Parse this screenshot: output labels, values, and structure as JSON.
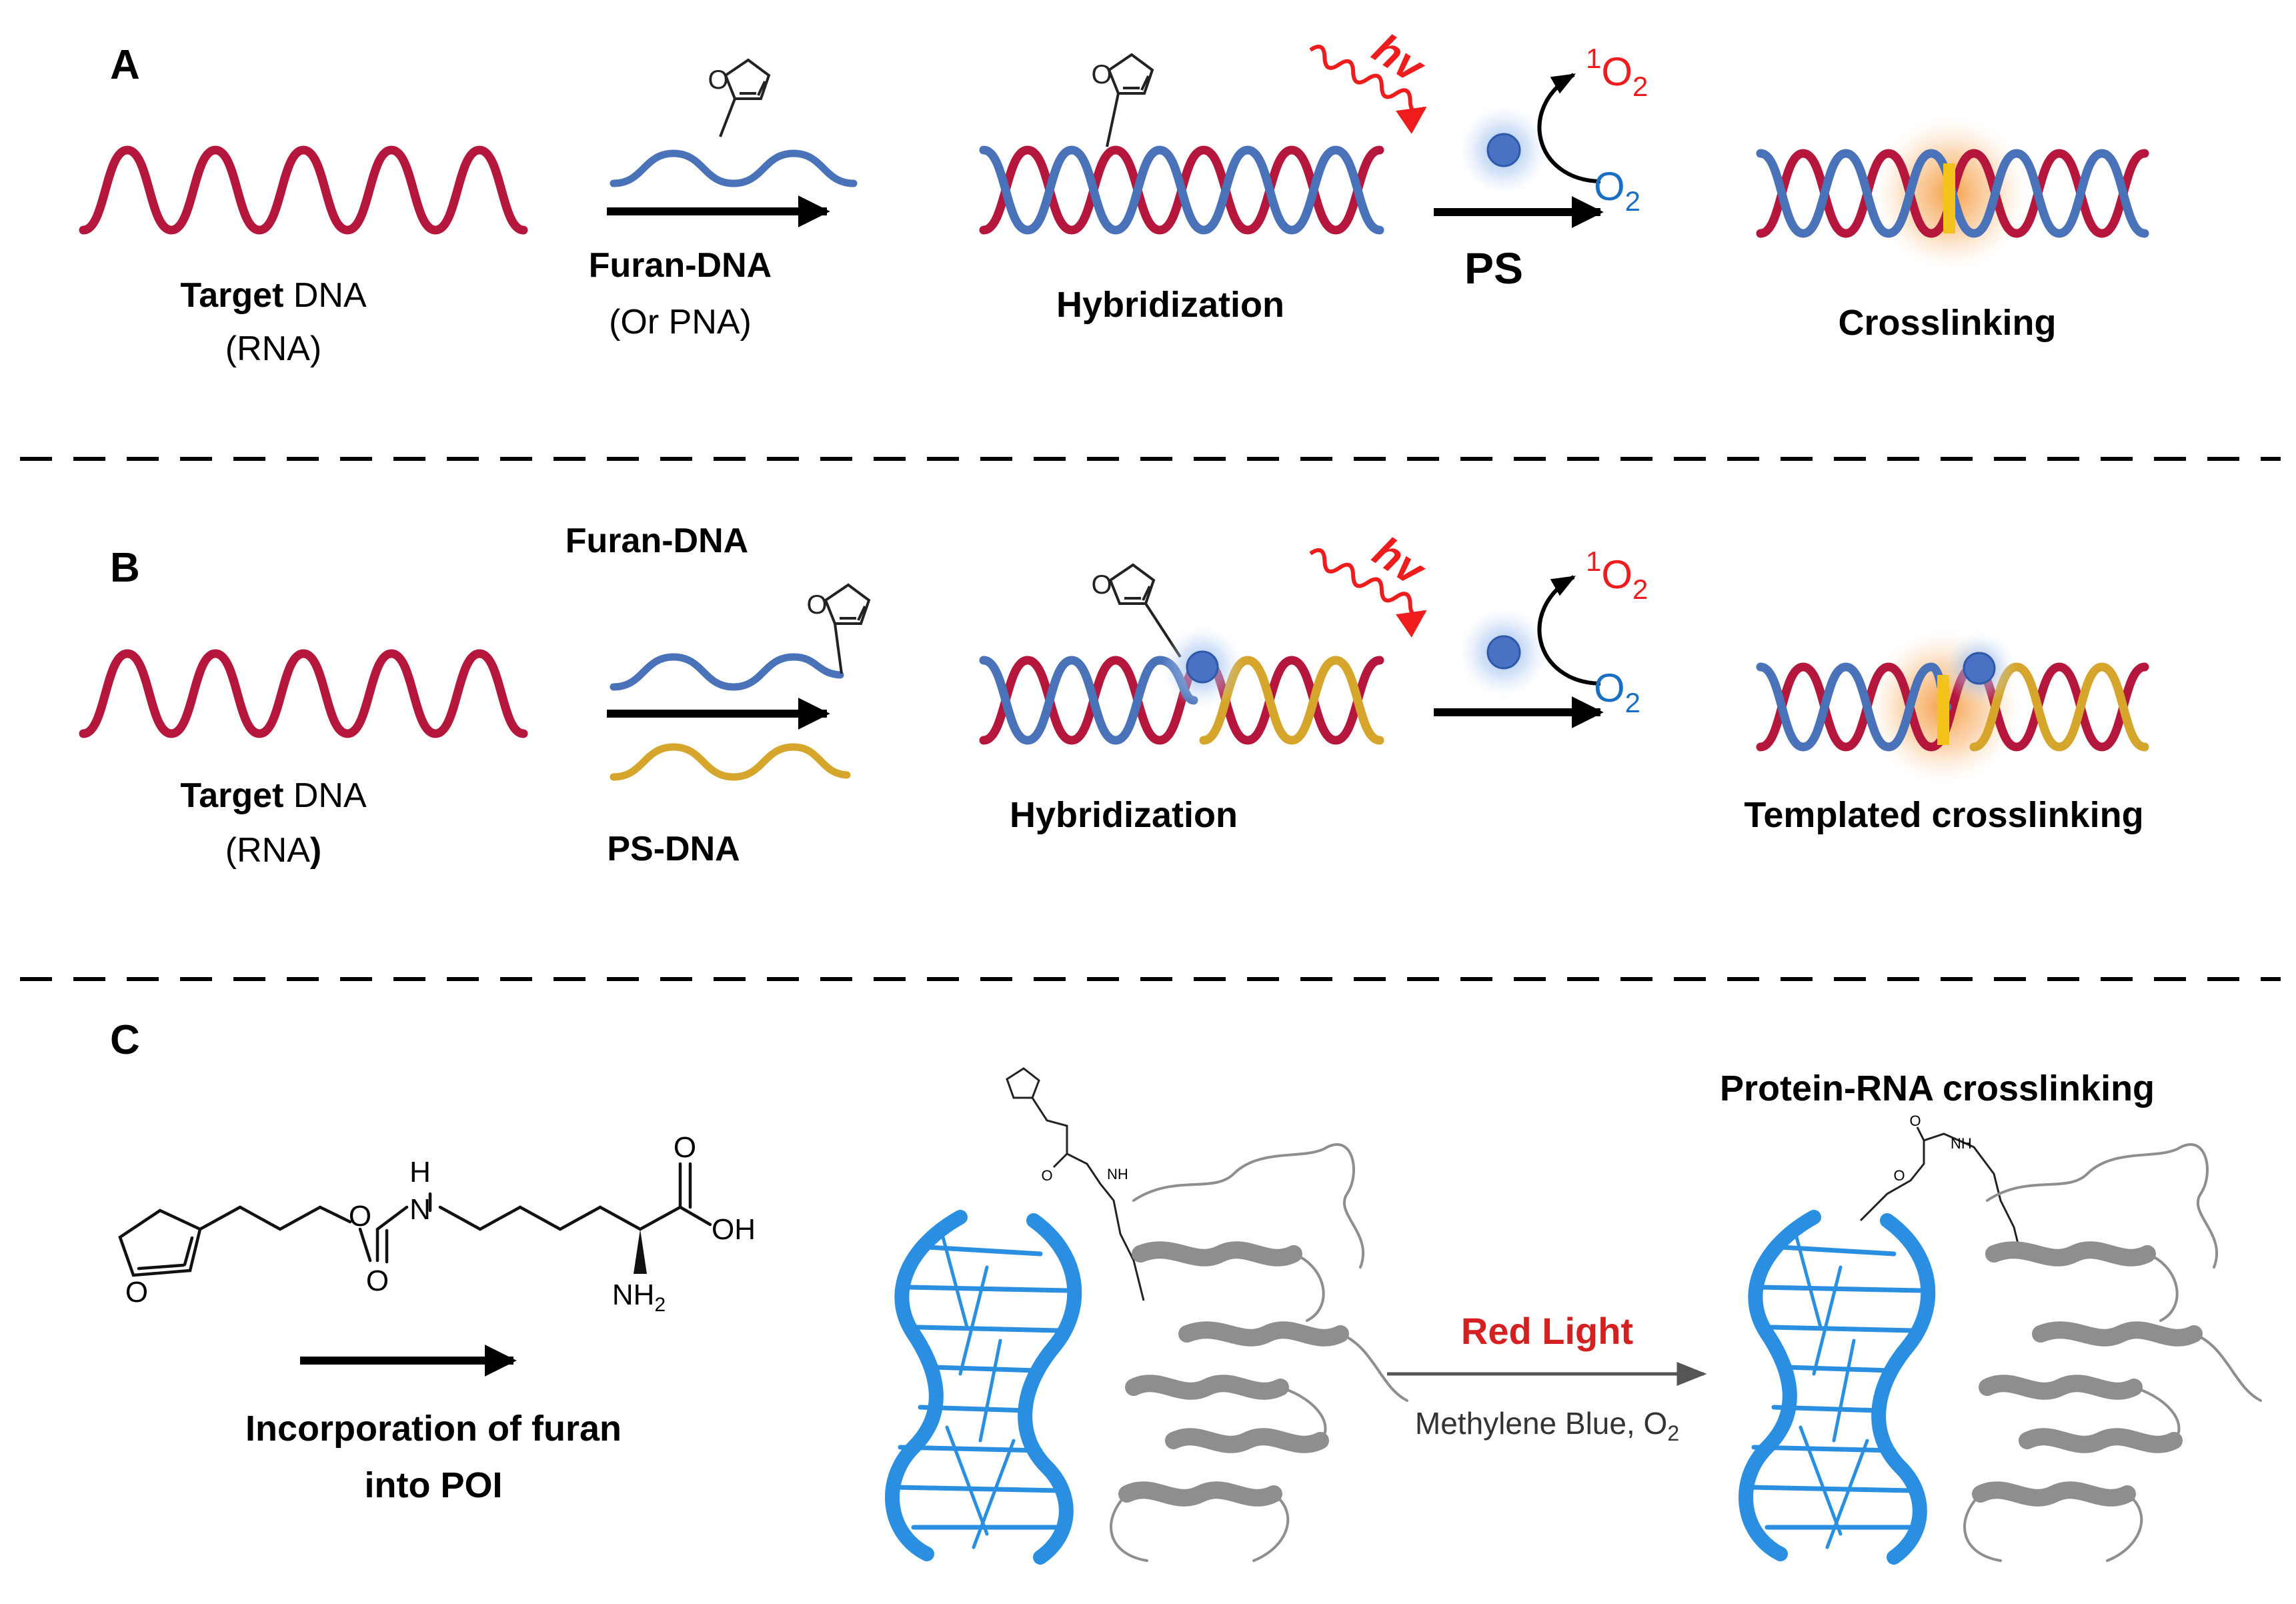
{
  "panels": {
    "A": {
      "letter": "A",
      "target_bold": "Target",
      "target_rest": " DNA",
      "target_sub": "(RNA)",
      "reagent": "Furan-DNA",
      "reagent_alt": "(Or PNA)",
      "step2": "Hybridization",
      "light": "hv",
      "singlet_sup": "1",
      "singlet": "O",
      "singlet_sub": "2",
      "oxygen": "O",
      "oxygen_sub": "2",
      "arrow_label": "PS",
      "step3": "Crosslinking"
    },
    "B": {
      "letter": "B",
      "reagent_top": "Furan-DNA",
      "target_bold": "Target",
      "target_rest": " DNA",
      "target_sub_open": "(RNA",
      "target_sub_close": ")",
      "reagent_bottom": "PS-DNA",
      "step2": "Hybridization",
      "light": "hv",
      "singlet_sup": "1",
      "singlet": "O",
      "singlet_sub": "2",
      "oxygen": "O",
      "oxygen_sub": "2",
      "step3": "Templated crosslinking"
    },
    "C": {
      "letter": "C",
      "title": "Protein-RNA crosslinking",
      "caption_line1": "Incorporation of furan",
      "caption_line2": "into POI",
      "atom_O_ring": "O",
      "atom_O_ether": "O",
      "atom_O_carbonyl": "O",
      "atom_H": "H",
      "atom_N": "N",
      "atom_acid_O": "O",
      "atom_OH": "OH",
      "atom_NH2": "NH",
      "atom_NH2_sub": "2",
      "small_NH": "NH",
      "small_O": "O",
      "arrow_top": "Red Light",
      "arrow_bottom": "Methylene Blue, O",
      "arrow_bottom_sub": "2"
    }
  },
  "colors": {
    "target_strand": "#b5163c",
    "probe_strand": "#4a72b8",
    "ps_strand": "#d6a52b",
    "light": "#ee1c1c",
    "oxygen": "#1a6fc4",
    "ps_dot": "#4a72c4",
    "crosslink": "#f3c31b",
    "rna_model": "#2a8fe0",
    "protein_model": "#8e8e8e"
  }
}
